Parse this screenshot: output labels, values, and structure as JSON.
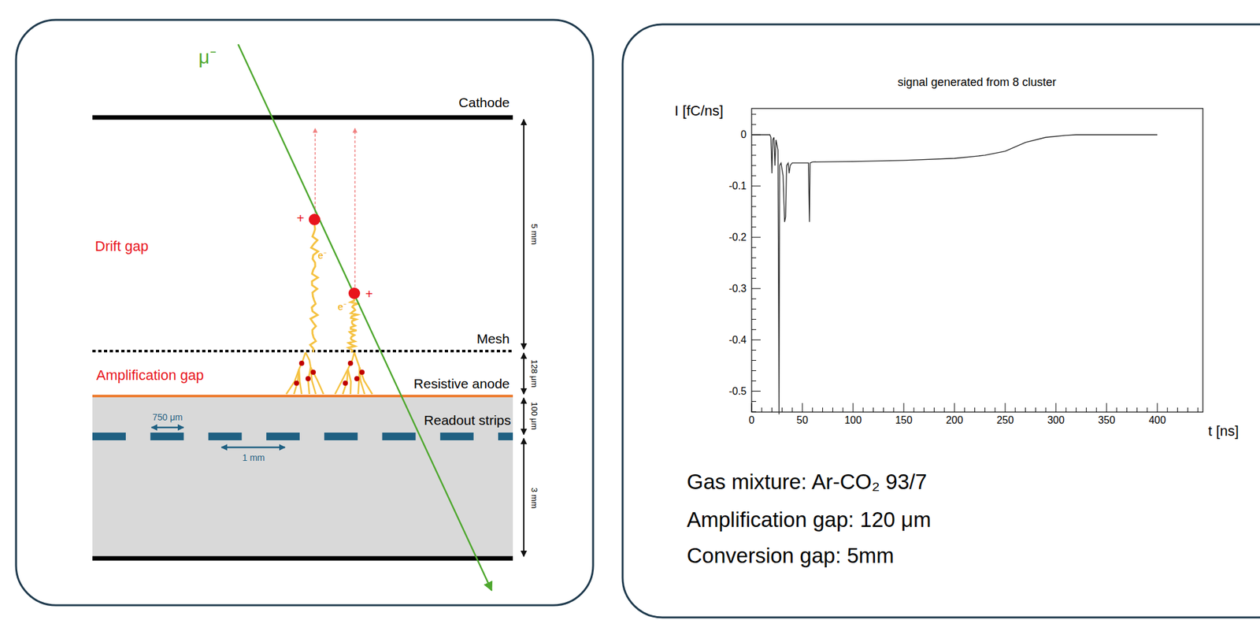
{
  "diagram": {
    "labels": [
      "μ⁻",
      "Cathode",
      "5 mm",
      "Drift gap",
      "+",
      "e⁻",
      "+",
      "e⁻",
      "Mesh",
      "Amplification gap",
      "128 μm",
      "Resistive anode",
      "100 μm",
      "750 μm",
      "Readout strips",
      "1 mm",
      "3 mm",
      "signal generated from 8 cluster",
      "I [fC/ns]",
      "0",
      "-0.1",
      "-0.2",
      "-0.3",
      "-0.4",
      "-0.5",
      "0",
      "50",
      "100",
      "150",
      "200",
      "250",
      "300",
      "350",
      "400",
      "t [ns]",
      "Gas mixture: Ar-CO₂ 93/7",
      "Amplification gap: 120 μm",
      "Conversion gap: 5mm"
    ]
  }
}
